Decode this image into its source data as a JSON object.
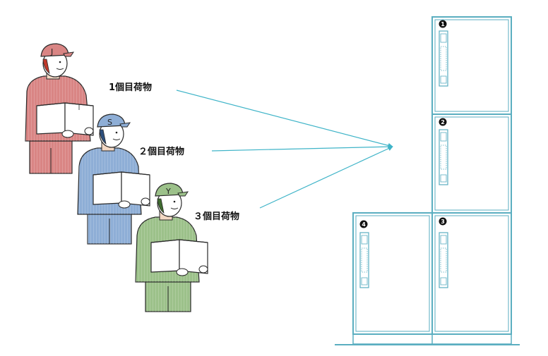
{
  "labels": {
    "package1": "1個目荷物",
    "package2": "２個目荷物",
    "package3": "３個目荷物"
  },
  "couriers": [
    {
      "cap_letter": "J",
      "color": "#d98584"
    },
    {
      "cap_letter": "S",
      "color": "#8eaed6"
    },
    {
      "cap_letter": "Y",
      "color": "#9cc18a"
    }
  ],
  "lockers": [
    {
      "number": "1"
    },
    {
      "number": "2"
    },
    {
      "number": "3"
    },
    {
      "number": "4"
    }
  ],
  "colors": {
    "locker_line": "#5aaec0",
    "arrow": "#3fb4c8",
    "outline": "#2a2a2a"
  }
}
